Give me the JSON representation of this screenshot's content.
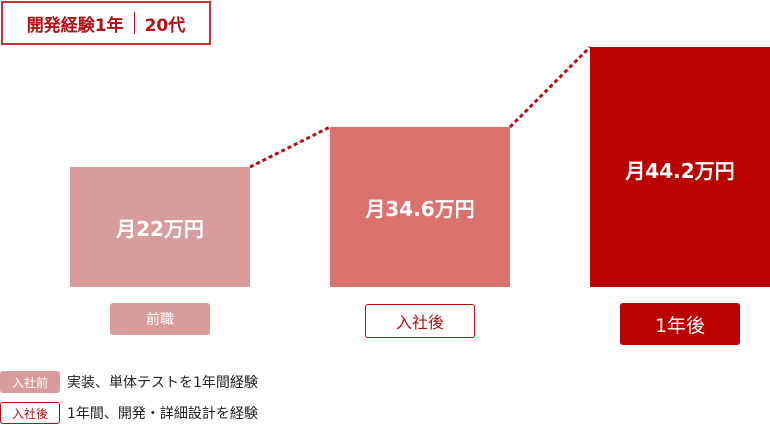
{
  "header": {
    "experience": "開発経験1年",
    "age": "20代"
  },
  "chart_data": {
    "type": "bar",
    "title": "開発経験1年 | 20代",
    "categories": [
      "前職",
      "入社後",
      "1年後"
    ],
    "values": [
      22,
      34.6,
      44.2
    ],
    "unit": "万円/月",
    "value_labels": [
      "月22万円",
      "月34.6万円",
      "月44.2万円"
    ],
    "colors": [
      "#d99c9c",
      "#db7270",
      "#bb0000"
    ]
  },
  "notes": [
    {
      "tag": "入社前",
      "text": "実装、単体テストを1年間経験"
    },
    {
      "tag": "入社後",
      "text": "1年間、開発・詳細設計を経験"
    }
  ]
}
